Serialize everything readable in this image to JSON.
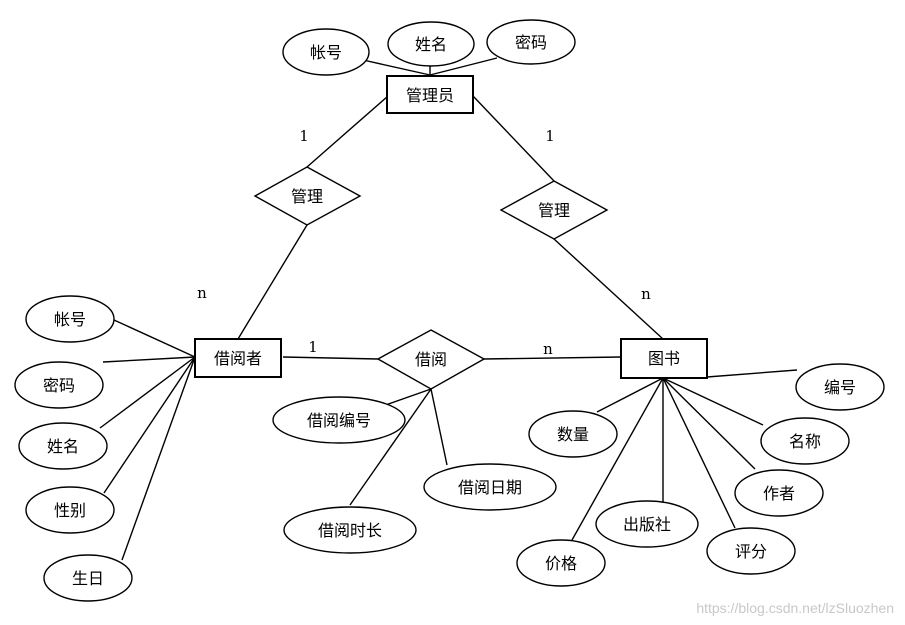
{
  "entities": {
    "admin": "管理员",
    "borrower": "借阅者",
    "book": "图书"
  },
  "relationships": {
    "manage_left": "管理",
    "manage_right": "管理",
    "borrow": "借阅"
  },
  "attributes": {
    "admin_account": "帐号",
    "admin_name": "姓名",
    "admin_password": "密码",
    "borrower_account": "帐号",
    "borrower_password": "密码",
    "borrower_name": "姓名",
    "borrower_gender": "性别",
    "borrower_birthday": "生日",
    "borrow_id": "借阅编号",
    "borrow_date": "借阅日期",
    "borrow_duration": "借阅时长",
    "book_id": "编号",
    "book_title": "名称",
    "book_author": "作者",
    "book_rating": "评分",
    "book_publisher": "出版社",
    "book_price": "价格",
    "book_quantity": "数量"
  },
  "cardinalities": {
    "admin_manage_left": "1",
    "admin_manage_right": "1",
    "manage_left_borrower": "n",
    "manage_right_book": "n",
    "borrower_borrow": "1",
    "borrow_book": "n"
  },
  "watermark": "https://blog.csdn.net/lzSluozhen"
}
